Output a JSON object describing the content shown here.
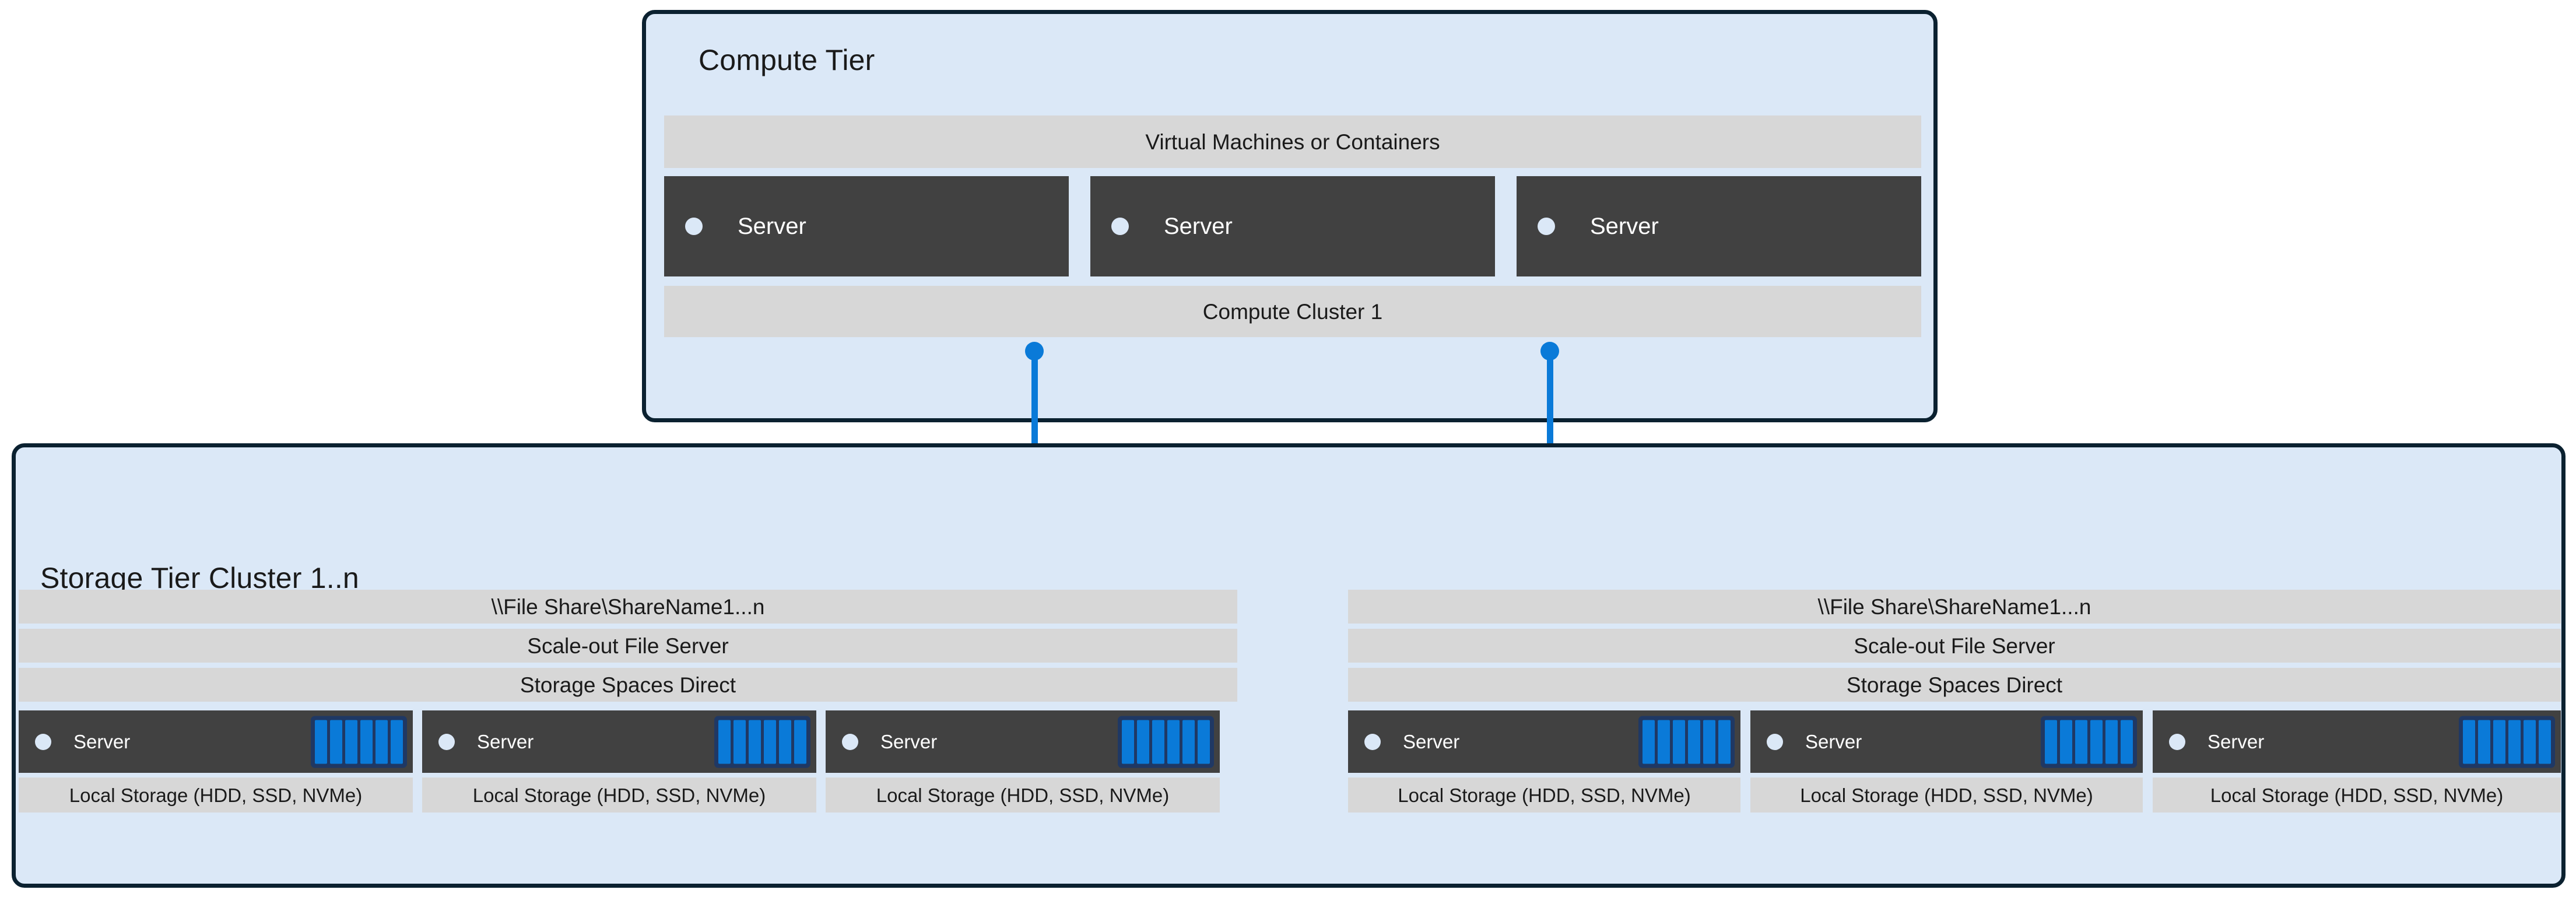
{
  "diagram": {
    "title_semantic": "compute-and-storage-tier-architecture",
    "colors": {
      "tier_fill": "#dbe8f7",
      "tier_border": "#0b2130",
      "band_fill": "#d7d7d7",
      "server_fill": "#414141",
      "accent_blue": "#0a7ad8",
      "disk_frame": "#1f3864",
      "page_background": "#ffffff"
    }
  },
  "compute_tier": {
    "title": "Compute Tier",
    "top_band": "Virtual Machines or Containers",
    "bottom_band": "Compute Cluster 1",
    "servers": [
      {
        "label": "Server"
      },
      {
        "label": "Server"
      },
      {
        "label": "Server"
      }
    ]
  },
  "connectors": [
    {
      "name": "compute-to-storage-link-left",
      "icon": "folder-icon"
    },
    {
      "name": "compute-to-storage-link-right",
      "icon": "folder-icon"
    }
  ],
  "storage_tier": {
    "title": "Storage Tier Cluster 1..n",
    "clusters": [
      {
        "name": "storage-cluster-left",
        "bands": [
          "\\\\File Share\\ShareName1...n",
          "Scale-out File Server",
          "Storage Spaces Direct"
        ],
        "servers": [
          {
            "label": "Server",
            "storage_label": "Local Storage (HDD, SSD, NVMe)",
            "disk_count": 6
          },
          {
            "label": "Server",
            "storage_label": "Local Storage (HDD, SSD, NVMe)",
            "disk_count": 6
          },
          {
            "label": "Server",
            "storage_label": "Local Storage (HDD, SSD, NVMe)",
            "disk_count": 6
          }
        ]
      },
      {
        "name": "storage-cluster-right",
        "bands": [
          "\\\\File Share\\ShareName1...n",
          "Scale-out File Server",
          "Storage Spaces Direct"
        ],
        "servers": [
          {
            "label": "Server",
            "storage_label": "Local Storage (HDD, SSD, NVMe)",
            "disk_count": 6
          },
          {
            "label": "Server",
            "storage_label": "Local Storage (HDD, SSD, NVMe)",
            "disk_count": 6
          },
          {
            "label": "Server",
            "storage_label": "Local Storage (HDD, SSD, NVMe)",
            "disk_count": 6
          }
        ]
      }
    ]
  }
}
